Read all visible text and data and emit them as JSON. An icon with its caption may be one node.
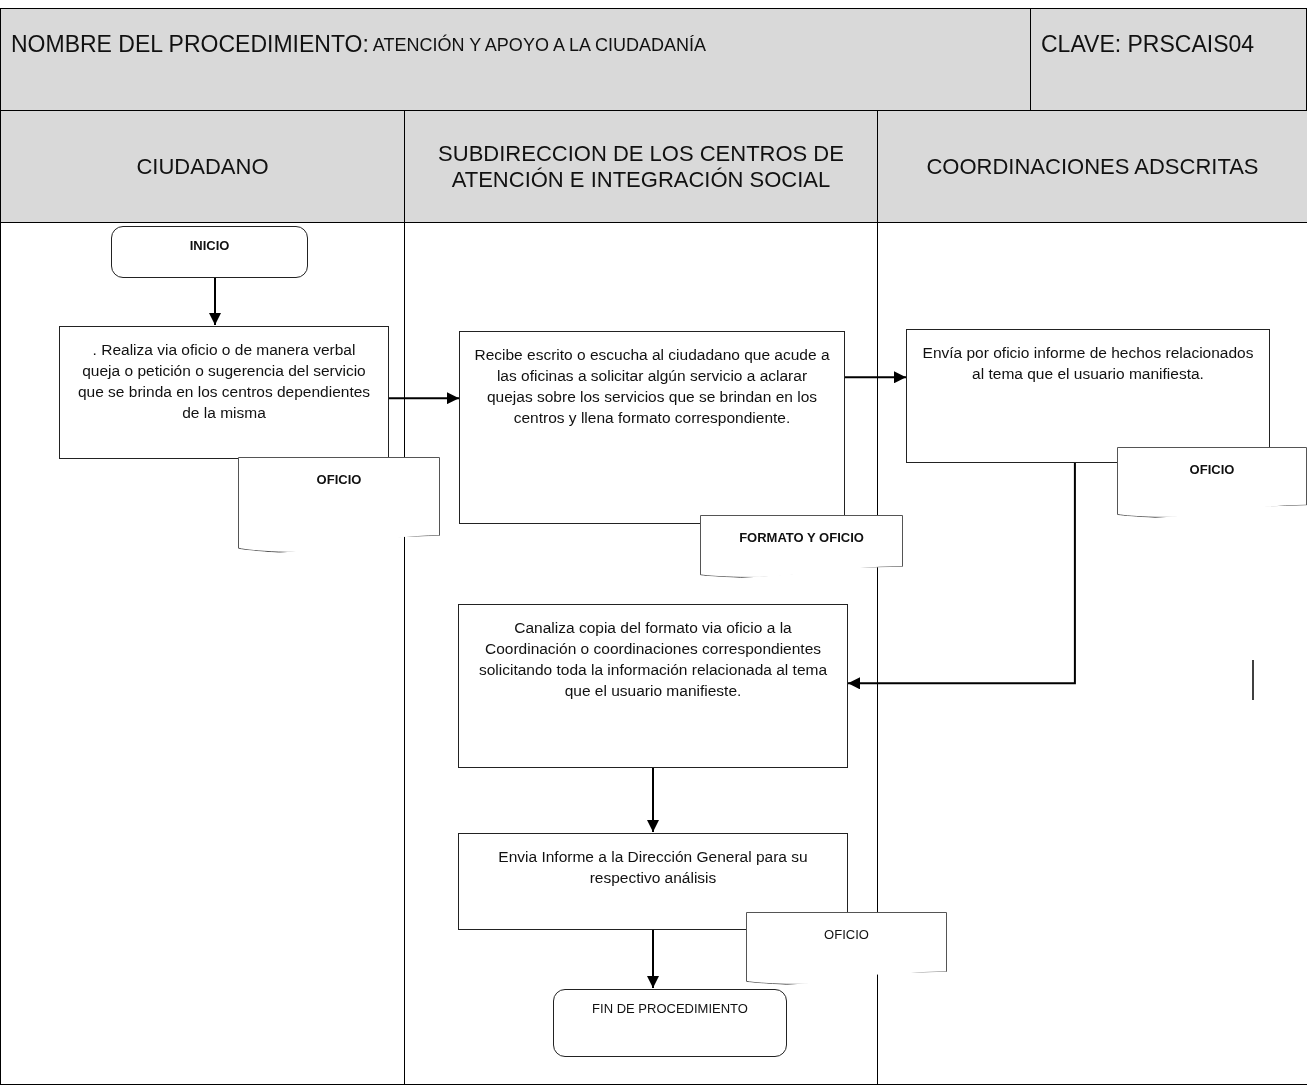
{
  "diagram": {
    "nodes": [
      {
        "text": [
          "CIUDADANO"
        ]
      },
      {
        "text": [
          "SUBDIRECCION DE LOS CENTROS DE ATENCIÓN E INTEGRACIÓN SOCIAL"
        ]
      },
      {
        "text": [
          "COORDINACIONES ADSCRITAS"
        ]
      },
      {
        "text": [
          "INICIO"
        ],
        "in": 0
      },
      {
        "text": [
          ". Realiza via oficio o de manera verbal queja o petición o sugerencia  del servicio que se brinda en los centros dependientes de la misma"
        ],
        "in": 0
      },
      {
        "text": [
          "OFICIO"
        ]
      },
      {
        "text": [
          "Recibe escrito o escucha al ciudadano que acude a las oficinas a solicitar algún servicio a aclarar quejas sobre los servicios que se brindan en los centros y llena formato correspondiente."
        ],
        "in": 1
      },
      {
        "text": [
          "FORMATO Y OFICIO"
        ]
      },
      {
        "text": [
          "Envía por oficio  informe de hechos relacionados al tema que el usuario manifiesta."
        ],
        "in": 2
      },
      {
        "text": [
          "OFICIO"
        ],
        "in": 2
      },
      {
        "text": [
          "Canaliza copia del formato  via oficio a la Coordinación o coordinaciones correspondientes solicitando toda la información relacionada al tema que el usuario manifieste."
        ],
        "in": 1
      },
      {
        "text": [
          "Envia Informe a la Dirección General para su respectivo análisis"
        ],
        "in": 1
      },
      {
        "text": [
          "OFICIO"
        ]
      },
      {
        "text": [
          "FIN DE PROCEDIMIENTO"
        ],
        "in": 1
      }
    ],
    "edges": [
      {
        "from": 3,
        "to": 4,
        "arrow": "to"
      },
      {
        "from": 4,
        "to": 6,
        "arrow": "to"
      },
      {
        "from": 6,
        "to": 8,
        "arrow": "to"
      },
      {
        "from": 8,
        "to": 10,
        "arrow": "to"
      },
      {
        "from": 10,
        "to": 11,
        "arrow": "to"
      },
      {
        "from": 11,
        "to": 13,
        "arrow": "to"
      }
    ],
    "labels": [
      "NOMBRE DEL PROCEDIMIENTO:",
      "ATENCIÓN Y APOYO A LA CIUDADANÍA",
      "CLAVE:  PRSCAIS04"
    ]
  }
}
